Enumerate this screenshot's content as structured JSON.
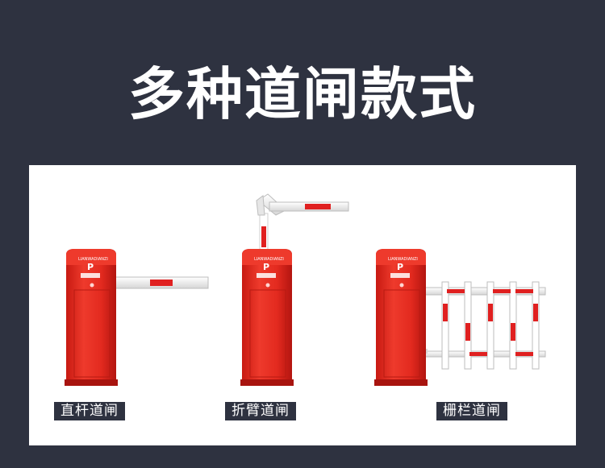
{
  "heading": "多种道闸款式",
  "colors": {
    "background": "#2e3240",
    "cabinet": "#e8271e",
    "boom": "#f2f2f2",
    "stripe": "#e02020"
  },
  "gates": [
    {
      "label": "直杆道闸",
      "icon": "straight-barrier-gate"
    },
    {
      "label": "折臂道闸",
      "icon": "folding-arm-barrier-gate"
    },
    {
      "label": "栅栏道闸",
      "icon": "fence-barrier-gate"
    }
  ],
  "cabinet_brand": "LIANWADIANZI",
  "logo_mark": "P"
}
